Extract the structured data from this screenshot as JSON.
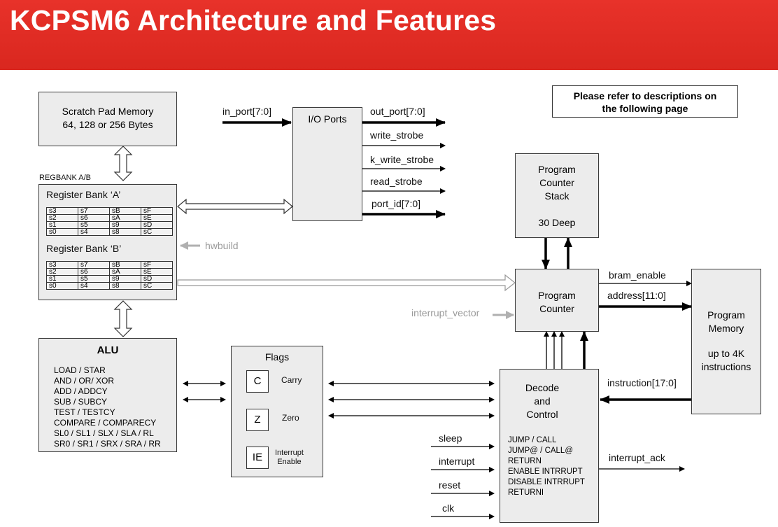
{
  "title": "KCPSM6 Architecture and Features",
  "note": {
    "line1": "Please refer to descriptions on",
    "line2": "the following page"
  },
  "scratch": {
    "line1": "Scratch Pad Memory",
    "line2": "64, 128 or 256 Bytes"
  },
  "regbank_label": "REGBANK A/B",
  "bank_a": "Register Bank ‘A’",
  "bank_b": "Register Bank ‘B’",
  "reg_rows": [
    [
      "s3",
      "s7",
      "sB",
      "sF"
    ],
    [
      "s2",
      "s6",
      "sA",
      "sE"
    ],
    [
      "s1",
      "s5",
      "s9",
      "sD"
    ],
    [
      "s0",
      "s4",
      "s8",
      "sC"
    ]
  ],
  "hwbuild": "hwbuild",
  "alu": {
    "title": "ALU",
    "ops": [
      "LOAD / STAR",
      "AND / OR/ XOR",
      "ADD / ADDCY",
      "SUB / SUBCY",
      "TEST / TESTCY",
      "COMPARE / COMPARECY",
      "SL0 / SL1 / SLX / SLA / RL",
      "SR0 / SR1 / SRX / SRA / RR"
    ]
  },
  "io": {
    "title": "I/O Ports",
    "in_port": "in_port[7:0]",
    "out_port": "out_port[7:0]",
    "write_strobe": "write_strobe",
    "k_write_strobe": "k_write_strobe",
    "read_strobe": "read_strobe",
    "port_id": "port_id[7:0]"
  },
  "flags": {
    "title": "Flags",
    "carry_letter": "C",
    "carry": "Carry",
    "zero_letter": "Z",
    "zero": "Zero",
    "ie_letter": "IE",
    "ie_line1": "Interrupt",
    "ie_line2": "Enable"
  },
  "pc_stack": {
    "line1": "Program",
    "line2": "Counter",
    "line3": "Stack",
    "line4": "30 Deep"
  },
  "pc": {
    "line1": "Program",
    "line2": "Counter"
  },
  "interrupt_vector": "interrupt_vector",
  "bram_enable": "bram_enable",
  "address": "address[11:0]",
  "instruction": "instruction[17:0]",
  "interrupt_ack": "interrupt_ack",
  "pmem": {
    "line1": "Program",
    "line2": "Memory",
    "line3": "up to 4K",
    "line4": "instructions"
  },
  "decode": {
    "line1": "Decode",
    "line2": "and",
    "line3": "Control",
    "instrs": [
      "JUMP / CALL",
      "JUMP@ / CALL@",
      "RETURN",
      "ENABLE INTRRUPT",
      "DISABLE INTRRUPT",
      "RETURNI"
    ]
  },
  "inputs": {
    "sleep": "sleep",
    "interrupt": "interrupt",
    "reset": "reset",
    "clk": "clk"
  },
  "colors": {
    "header": "#e8322a",
    "box": "#ececec",
    "gray_signal": "#a8a8a8"
  }
}
